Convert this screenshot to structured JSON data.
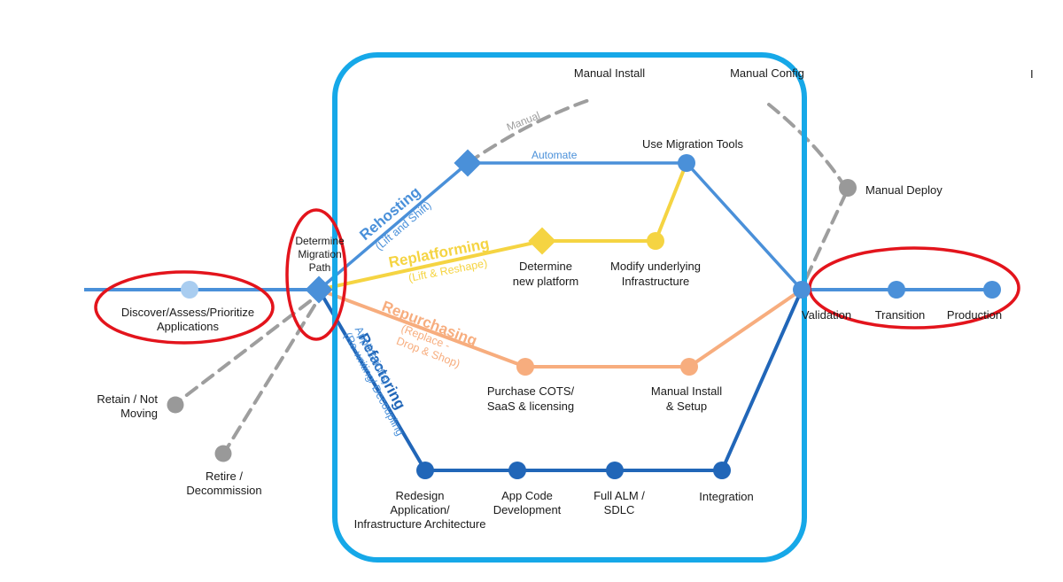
{
  "colors": {
    "main_line": "#4a90d9",
    "rehost": "#4a90d9",
    "replatform": "#f5d442",
    "repurchase": "#f7ad7e",
    "refactor": "#2166b8",
    "manual_gray": "#9e9e9e",
    "gray_node": "#999999",
    "light_node": "#a9cdf0",
    "frame": "#16a8e8",
    "highlight_ring": "#e3141c"
  },
  "nodes": {
    "discover": "Discover/Assess/Prioritize\nApplications",
    "determine_path": "Determine\nMigration\nPath",
    "retain": "Retain / Not\nMoving",
    "retire": "Retire /\nDecommission",
    "manual_install_top": "Manual Install",
    "manual_config": "Manual Config",
    "manual_deploy": "Manual Deploy",
    "use_migration_tools": "Use Migration Tools",
    "determine_platform": "Determine\nnew platform",
    "modify_infra": "Modify underlying\nInfrastructure",
    "purchase_cots": "Purchase COTS/\nSaaS & licensing",
    "manual_install_setup": "Manual Install\n& Setup",
    "redesign": "Redesign\nApplication/\nInfrastructure Architecture",
    "app_code": "App Code\nDevelopment",
    "full_alm": "Full ALM /\nSDLC",
    "integration": "Integration",
    "validation": "Validation",
    "transition": "Transition",
    "production": "Production"
  },
  "edges": {
    "manual": "Manual",
    "automate": "Automate"
  },
  "routes": {
    "rehosting": {
      "title": "Rehosting",
      "subtitle": "(Lift and Shift)"
    },
    "replatforming": {
      "title": "Replatforming",
      "subtitle": "(Lift & Reshape)"
    },
    "repurchasing": {
      "title": "Repurchasing",
      "subtitle": "(Replace -\nDrop & Shop)"
    },
    "refactoring": {
      "title": "Refactoring",
      "subtitle": "(Re-writing/ Decoupling\nApplications)"
    }
  },
  "stray_mark": "I"
}
